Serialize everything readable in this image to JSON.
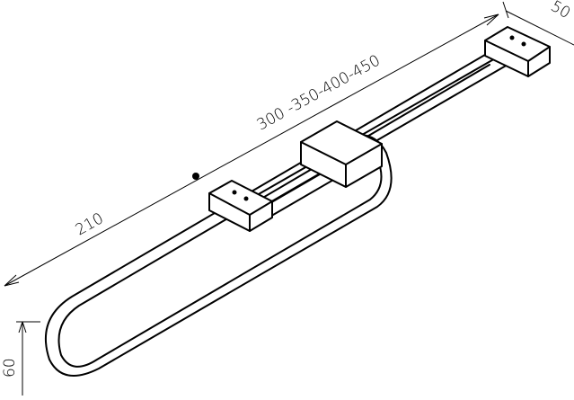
{
  "dimensions": {
    "length_range": "300 -350-400-450",
    "front_length": "210",
    "width": "50",
    "height": "60"
  }
}
